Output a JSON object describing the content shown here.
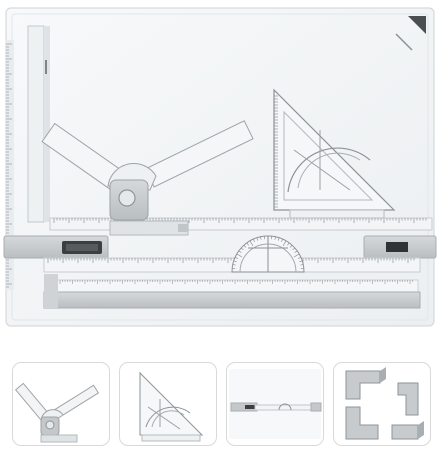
{
  "main_image": {
    "subject": "a4-drawing-board-with-parallel-ruler-and-drafting-arm"
  },
  "thumbnails": [
    {
      "depicts": "drafting-arm-with-protractor-and-rulers"
    },
    {
      "depicts": "set-square-with-protractor"
    },
    {
      "depicts": "sliding-parallel-ruler-on-board"
    },
    {
      "depicts": "corner-clips"
    }
  ],
  "colors": {
    "board": "#f5f7f8",
    "board_edge": "#d8dde0",
    "ruler_body": "#eef1f2",
    "tick": "#7d8489",
    "grey_bar": "#c9cdd0",
    "dark_button": "#3b3f42",
    "thumb_border": "#d9d9d9"
  }
}
